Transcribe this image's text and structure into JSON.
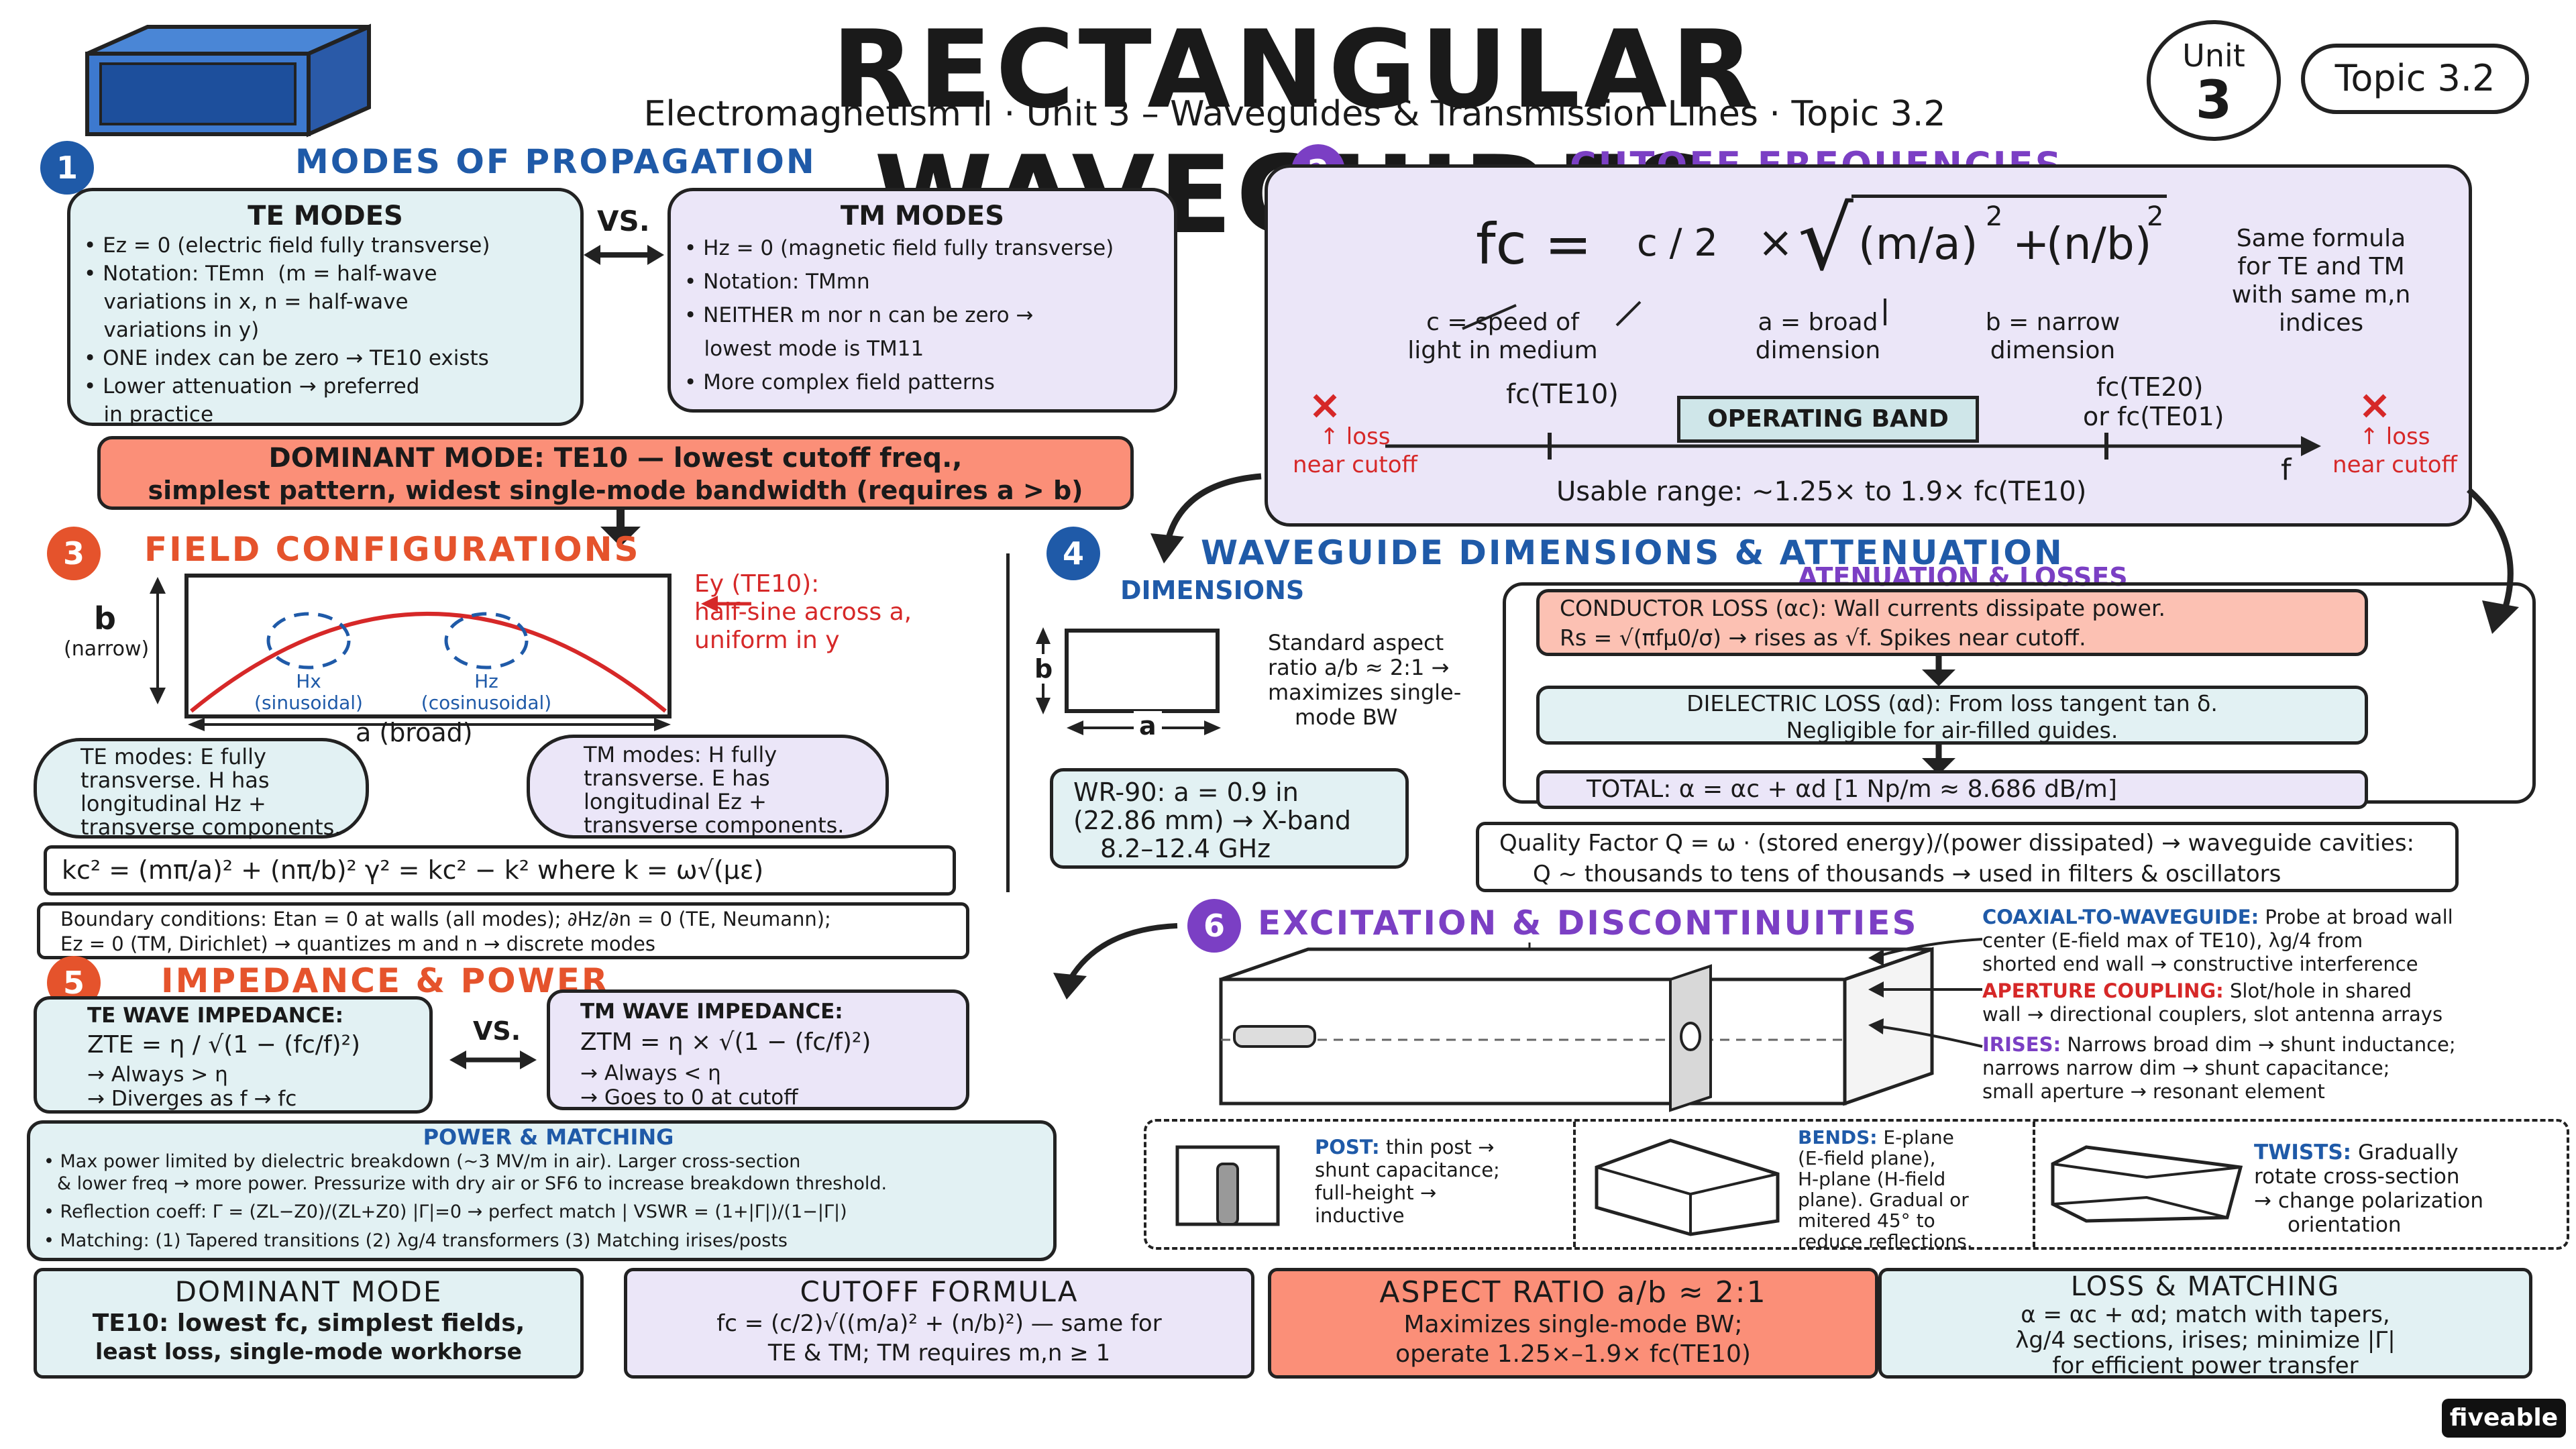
{
  "header": {
    "title": "RECTANGULAR WAVEGUIDES",
    "subtitle": "Electromagnetism II  ·  Unit 3 – Waveguides & Transmission Lines  ·  Topic 3.2",
    "unit_label": "Unit",
    "unit_num": "3",
    "topic": "Topic 3.2"
  },
  "s1": {
    "num": "1",
    "title": "MODES OF PROPAGATION",
    "te_title": "TE MODES",
    "te_items": [
      "• Ez = 0 (electric field fully transverse)",
      "• Notation: TEmn  (m = half-wave",
      "   variations in x, n = half-wave",
      "   variations in y)",
      "• ONE index can be zero → TE10 exists",
      "• Lower attenuation → preferred",
      "   in practice"
    ],
    "vs": "VS.",
    "tm_title": "TM MODES",
    "tm_items": [
      "• Hz = 0 (magnetic field fully transverse)",
      "• Notation: TMmn",
      "• NEITHER m nor n can be zero →",
      "   lowest mode is TM11",
      "• More complex field patterns"
    ],
    "dominant_1": "DOMINANT MODE: TE10 — lowest cutoff freq.,",
    "dominant_2": "simplest pattern, widest single-mode bandwidth (requires a > b)"
  },
  "s2": {
    "num": "2",
    "title": "CUTOFF FREQUENCIES",
    "formula_lhs": "fc  =",
    "c_over_2": "c / 2",
    "times": "×",
    "m_over_a": "(m/a)",
    "n_over_b": "(n/b)",
    "sq": "2",
    "plus": "+",
    "c_note_1": "c = speed of",
    "c_note_2": "light in medium",
    "a_note_1": "a = broad",
    "a_note_2": "dimension",
    "b_note_1": "b = narrow",
    "b_note_2": "dimension",
    "same_1": "Same formula",
    "same_2": "for TE and TM",
    "same_3": "with same m,n",
    "same_4": "indices",
    "fc_te10": "fc(TE10)",
    "operating_band": "OPERATING BAND",
    "fc_te20_1": "fc(TE20)",
    "fc_te20_2": "or fc(TE01)",
    "loss_left_1": "↑ loss",
    "loss_left_2": "near cutoff",
    "loss_right_1": "↑ loss",
    "loss_right_2": "near cutoff",
    "f_axis": "f",
    "usable": "Usable range: ~1.25× to 1.9× fc(TE10)"
  },
  "s3": {
    "num": "3",
    "title": "FIELD CONFIGURATIONS",
    "b_label": "b",
    "b_sub": "(narrow)",
    "a_label": "a (broad)",
    "hx": "Hx",
    "hx_sub": "(sinusoidal)",
    "hz": "Hz",
    "hz_sub": "(cosinusoidal)",
    "ey_1": "Ey (TE10):",
    "ey_2": "half-sine across a,",
    "ey_3": "uniform in y",
    "te_cloud": [
      "TE modes: E fully",
      "transverse. H has",
      "longitudinal Hz +",
      "transverse components."
    ],
    "tm_cloud": [
      "TM modes: H fully",
      "transverse. E has",
      "longitudinal Ez +",
      "transverse components."
    ],
    "kc_eq": "kc² = (mπ/a)² + (nπ/b)²        γ² = kc² − k²    where   k = ω√(με)",
    "bc_1": "Boundary conditions: Etan = 0 at walls (all modes);   ∂Hz/∂n = 0 (TE, Neumann);",
    "bc_2": "Ez = 0 (TM, Dirichlet)   →   quantizes m and n   →   discrete modes"
  },
  "s4": {
    "num": "4",
    "title": "WAVEGUIDE DIMENSIONS & ATTENUATION",
    "dim_title": "DIMENSIONS",
    "att_title": "ATENUATION & LOSSES",
    "b": "b",
    "a": "a",
    "aspect_1": "Standard aspect",
    "aspect_2": "ratio a/b ≈ 2:1 →",
    "aspect_3": "maximizes single-",
    "aspect_4": "mode BW",
    "wr_1": "WR-90: a = 0.9 in",
    "wr_2": "(22.86 mm) → X-band",
    "wr_3": "8.2–12.4 GHz",
    "cond_1": "CONDUCTOR LOSS (αc): Wall currents dissipate power.",
    "cond_2": "Rs = √(πfμ0/σ) → rises as √f. Spikes near cutoff.",
    "diel_1": "DIELECTRIC LOSS (αd): From loss tangent tan δ.",
    "diel_2": "Negligible for air-filled guides.",
    "total": "TOTAL: α = αc + αd       [1 Np/m ≈ 8.686 dB/m]",
    "q_1": "Quality Factor Q = ω · (stored energy)/(power dissipated) → waveguide cavities:",
    "q_2": "Q ~ thousands to tens of thousands → used in filters & oscillators"
  },
  "s5": {
    "num": "5",
    "title": "IMPEDANCE & POWER",
    "te_title": "TE WAVE IMPEDANCE:",
    "zte": "ZTE = η / √(1 − (fc/f)²)",
    "te_a": "→ Always > η",
    "te_b": "→ Diverges as f → fc",
    "vs": "VS.",
    "tm_title": "TM WAVE IMPEDANCE:",
    "ztm": "ZTM = η × √(1 − (fc/f)²)",
    "tm_a": "→ Always < η",
    "tm_b": "→ Goes to 0 at cutoff",
    "pm_title": "POWER & MATCHING",
    "pm_1": "• Max power limited by dielectric breakdown (~3 MV/m in air). Larger cross-section",
    "pm_2": "& lower freq → more power. Pressurize with dry air or SF6 to increase breakdown threshold.",
    "pm_3": "• Reflection coeff: Γ = (ZL−Z0)/(ZL+Z0)    |Γ|=0 → perfect match  |  VSWR = (1+|Γ|)/(1−|Γ|)",
    "pm_4": "• Matching: (1) Tapered transitions    (2) λg/4 transformers    (3) Matching irises/posts"
  },
  "s6": {
    "num": "6",
    "title": "EXCITATION & DISCONTINUITIES",
    "coax_h": "COAXIAL-TO-WAVEGUIDE:",
    "coax_1": "Probe at broad wall",
    "coax_2": "center (E-field max of TE10), λg/4 from",
    "coax_3": "shorted end wall → constructive interference",
    "ap_h": "APERTURE COUPLING:",
    "ap_1": "Slot/hole in shared",
    "ap_2": "wall → directional couplers, slot antenna arrays",
    "ir_h": "IRISES:",
    "ir_1": "Narrows broad dim → shunt inductance;",
    "ir_2": "narrows narrow dim → shunt capacitance;",
    "ir_3": "small aperture → resonant element",
    "post_h": "POST:",
    "post_1": "thin post →",
    "post_2": "shunt capacitance;",
    "post_3": "full-height →",
    "post_4": "inductive",
    "bend_h": "BENDS:",
    "bend_1": "E-plane",
    "bend_2": "(E-field plane),",
    "bend_3": "H-plane (H-field",
    "bend_4": "plane). Gradual or",
    "bend_5": "mitered 45° to",
    "bend_6": "reduce reflections.",
    "twist_h": "TWISTS:",
    "twist_1": "Gradually",
    "twist_2": "rotate cross-section",
    "twist_3": "→ change polarization",
    "twist_4": "orientation"
  },
  "summary": [
    {
      "title": "DOMINANT MODE",
      "l1": "TE10: lowest fc, simplest fields,",
      "l2": "least loss, single-mode workhorse"
    },
    {
      "title": "CUTOFF FORMULA",
      "l1": "fc = (c/2)√((m/a)² + (n/b)²) — same for",
      "l2": "TE & TM; TM requires m,n ≥ 1"
    },
    {
      "title": "ASPECT RATIO a/b ≈ 2:1",
      "l1": "Maximizes single-mode BW;",
      "l2": "operate 1.25×–1.9× fc(TE10)"
    },
    {
      "title": "LOSS & MATCHING",
      "l1": "α = αc + αd; match with tapers,",
      "l2": "λg/4 sections, irises; minimize |Γ|",
      "l3": "for efficient power transfer"
    }
  ],
  "brand": "fiveable",
  "colors": {
    "teal": "#e2f1f3",
    "lavender": "#ebe6f8",
    "salmon": "#fb8f78",
    "blue": "#1f5aa8",
    "purple": "#7b3fc4",
    "orange": "#e5532c",
    "red": "#d62828"
  }
}
